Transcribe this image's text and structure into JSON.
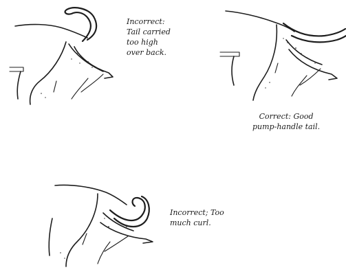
{
  "figures": [
    {
      "id": "tail-too-high",
      "verdict": "incorrect",
      "caption_lines": [
        "Incorrect:",
        "Tail carried",
        "too high",
        "over back."
      ]
    },
    {
      "id": "pump-handle-tail",
      "verdict": "correct",
      "caption_lines": [
        "Correct: Good",
        "pump-handle tail."
      ]
    },
    {
      "id": "too-much-curl",
      "verdict": "incorrect",
      "caption_lines": [
        "Incorrect; Too",
        "much curl."
      ]
    }
  ]
}
